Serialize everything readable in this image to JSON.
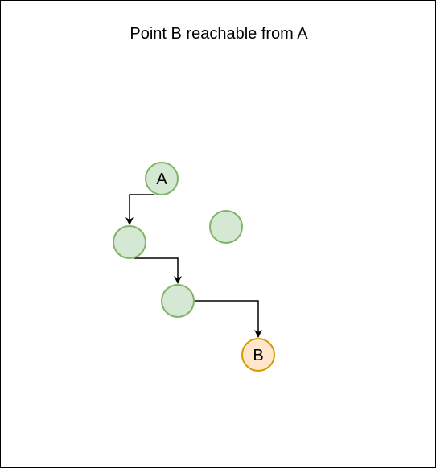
{
  "title": "Point B reachable from A",
  "colors": {
    "node_fill": "#d5e8d4",
    "node_stroke": "#82b366",
    "target_fill": "#ffe6cc",
    "target_stroke": "#d79b00",
    "edge": "#000000"
  },
  "nodes": [
    {
      "id": "A",
      "label": "A",
      "kind": "normal"
    },
    {
      "id": "n2",
      "label": "",
      "kind": "normal"
    },
    {
      "id": "n3",
      "label": "",
      "kind": "normal"
    },
    {
      "id": "n4",
      "label": "",
      "kind": "normal"
    },
    {
      "id": "B",
      "label": "B",
      "kind": "target"
    }
  ],
  "edges": [
    {
      "from": "A",
      "to": "n2"
    },
    {
      "from": "n2",
      "to": "n4"
    },
    {
      "from": "n4",
      "to": "B"
    }
  ]
}
